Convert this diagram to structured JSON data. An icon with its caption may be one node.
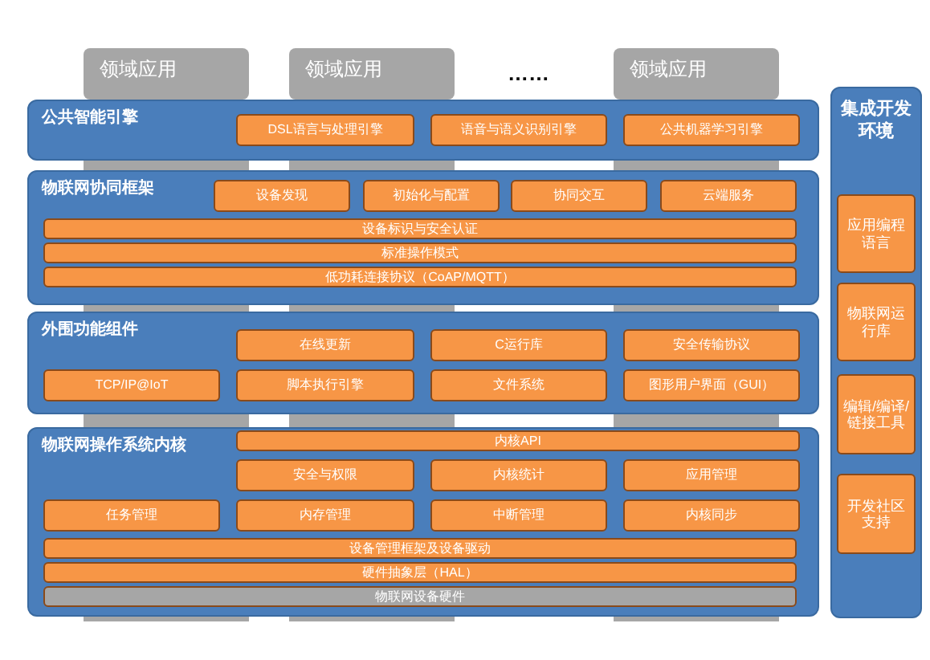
{
  "diagram": {
    "nodes": [
      {
        "text": [
          "领域应用"
        ]
      },
      {
        "text": [
          "领域应用"
        ]
      },
      {
        "text": [
          "领域应用"
        ]
      },
      {
        "text": [
          "公共智能引擎"
        ]
      },
      {
        "text": [
          "DSL语言与处理引擎"
        ],
        "in": 3
      },
      {
        "text": [
          "语音与语义识别引擎"
        ],
        "in": 3
      },
      {
        "text": [
          "公共机器学习引擎"
        ],
        "in": 3
      },
      {
        "text": [
          "物联网协同框架"
        ]
      },
      {
        "text": [
          "设备发现"
        ],
        "in": 7
      },
      {
        "text": [
          "初始化与配置"
        ],
        "in": 7
      },
      {
        "text": [
          "协同交互"
        ],
        "in": 7
      },
      {
        "text": [
          "云端服务"
        ],
        "in": 7
      },
      {
        "text": [
          "设备标识与安全认证"
        ],
        "in": 7
      },
      {
        "text": [
          "标准操作模式"
        ],
        "in": 7
      },
      {
        "text": [
          "低功耗连接协议（CoAP/MQTT）"
        ],
        "in": 7
      },
      {
        "text": [
          "外围功能组件"
        ]
      },
      {
        "text": [
          "在线更新"
        ],
        "in": 15
      },
      {
        "text": [
          "C运行库"
        ],
        "in": 15
      },
      {
        "text": [
          "安全传输协议"
        ],
        "in": 15
      },
      {
        "text": [
          "TCP/IP@IoT"
        ],
        "in": 15
      },
      {
        "text": [
          "脚本执行引擎"
        ],
        "in": 15
      },
      {
        "text": [
          "文件系统"
        ],
        "in": 15
      },
      {
        "text": [
          "图形用户界面（GUI）"
        ],
        "in": 15
      },
      {
        "text": [
          "物联网操作系统内核"
        ]
      },
      {
        "text": [
          "内核API"
        ],
        "in": 23
      },
      {
        "text": [
          "安全与权限"
        ],
        "in": 23
      },
      {
        "text": [
          "内核统计"
        ],
        "in": 23
      },
      {
        "text": [
          "应用管理"
        ],
        "in": 23
      },
      {
        "text": [
          "任务管理"
        ],
        "in": 23
      },
      {
        "text": [
          "内存管理"
        ],
        "in": 23
      },
      {
        "text": [
          "中断管理"
        ],
        "in": 23
      },
      {
        "text": [
          "内核同步"
        ],
        "in": 23
      },
      {
        "text": [
          "设备管理框架及设备驱动"
        ],
        "in": 23
      },
      {
        "text": [
          "硬件抽象层（HAL）"
        ],
        "in": 23
      },
      {
        "text": [
          "物联网设备硬件"
        ],
        "in": 23
      },
      {
        "text": [
          "集成开发环境"
        ]
      },
      {
        "text": [
          "应用编程语言"
        ],
        "in": 35
      },
      {
        "text": [
          "物联网运行库"
        ],
        "in": 35
      },
      {
        "text": [
          "编辑/编译/链接工具"
        ],
        "in": 35
      },
      {
        "text": [
          "开发社区支持"
        ],
        "in": 35
      }
    ],
    "labels": [
      "……"
    ]
  }
}
